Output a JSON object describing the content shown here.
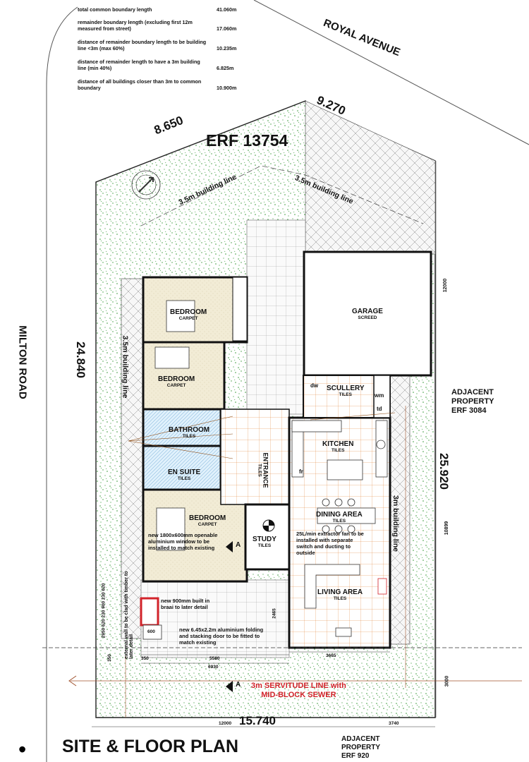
{
  "notes": [
    {
      "text": "total common boundary length",
      "value": "41.060m"
    },
    {
      "text": "remainder boundary length (excluding first 12m measured from street)",
      "value": "17.060m"
    },
    {
      "text": "distance of remainder boundary length to be building line <3m (max 60%)",
      "value": "10.235m"
    },
    {
      "text": "distance of remainder length to have a 3m building line (min 40%)",
      "value": "6.825m"
    },
    {
      "text": "distance of all buildings closer than 3m to common boundary",
      "value": "10.900m"
    }
  ],
  "streets": {
    "royal_avenue": "ROYAL AVENUE",
    "milton_road": "MILTON ROAD"
  },
  "erf": "ERF 13754",
  "boundaries": {
    "top_left": "8.650",
    "top_right": "9.270",
    "left": "24.840",
    "right": "25.920",
    "bottom": "15.740"
  },
  "building_lines": {
    "top_left": "3.5m building line",
    "top_right": "3.5m building line",
    "left": "3.5m building line",
    "right": "3m building line"
  },
  "adjacent_right": [
    "ADJACENT",
    "PROPERTY",
    "ERF 3084"
  ],
  "adjacent_bottom": [
    "ADJACENT",
    "PROPERTY",
    "ERF 920"
  ],
  "rooms": {
    "bedroom1": {
      "name": "BEDROOM",
      "floor": "CARPET"
    },
    "bedroom2": {
      "name": "BEDROOM",
      "floor": "CARPET"
    },
    "bathroom": {
      "name": "BATHROOM",
      "floor": "TILES"
    },
    "ensuite": {
      "name": "EN SUITE",
      "floor": "TILES"
    },
    "bedroom3": {
      "name": "BEDROOM",
      "floor": "CARPET"
    },
    "garage": {
      "name": "GARAGE",
      "floor": "SCREED"
    },
    "scullery": {
      "name": "SCULLERY",
      "floor": "TILES"
    },
    "kitchen": {
      "name": "KITCHEN",
      "floor": "TILES"
    },
    "entrance": {
      "name": "ENTRANCE",
      "floor": "TILES"
    },
    "study": {
      "name": "STUDY",
      "floor": "TILES"
    },
    "dining": {
      "name": "DINING AREA",
      "floor": "TILES"
    },
    "living": {
      "name": "LIVING AREA",
      "floor": "TILES"
    }
  },
  "fixtures": {
    "dw": "dw",
    "wm": "wm",
    "td": "td",
    "fr": "fr"
  },
  "annotations": {
    "window": "new 1800x600mm openable aluminium window to be installed to match existing",
    "fan": "25L/min extractor fan to be installed with separate switch and ducting to outside",
    "braai": "new 900mm built in braai to later detail",
    "door": "new 6.45x2.2m aluminium folding and stacking door to be fitted to match existing",
    "wall": "external wall to be clad with timber to later detail",
    "servitude_line1": "3m SERVITUDE LINE with",
    "servitude_line2": "MID-BLOCK SEWER",
    "section_mark": "A"
  },
  "dimensions": {
    "d12000_right": "12000",
    "d10899": "10899",
    "d3000": "3000",
    "d12000_bottom": "12000",
    "d3740": "3740",
    "d3665": "3665",
    "d2465": "2465",
    "d5580": "5580",
    "d6930": "6930",
    "d600": "600",
    "d350a": "350",
    "d350b": "350",
    "left_stack": "2950  620  230 900 230  620"
  },
  "title": "SITE & FLOOR PLAN",
  "colors": {
    "grass_dots": "#3a9a3a",
    "tile_grid": "#e07a2a",
    "servitude_red": "#d2232a",
    "wall": "#111111",
    "carpet": "#f2ecd6"
  }
}
